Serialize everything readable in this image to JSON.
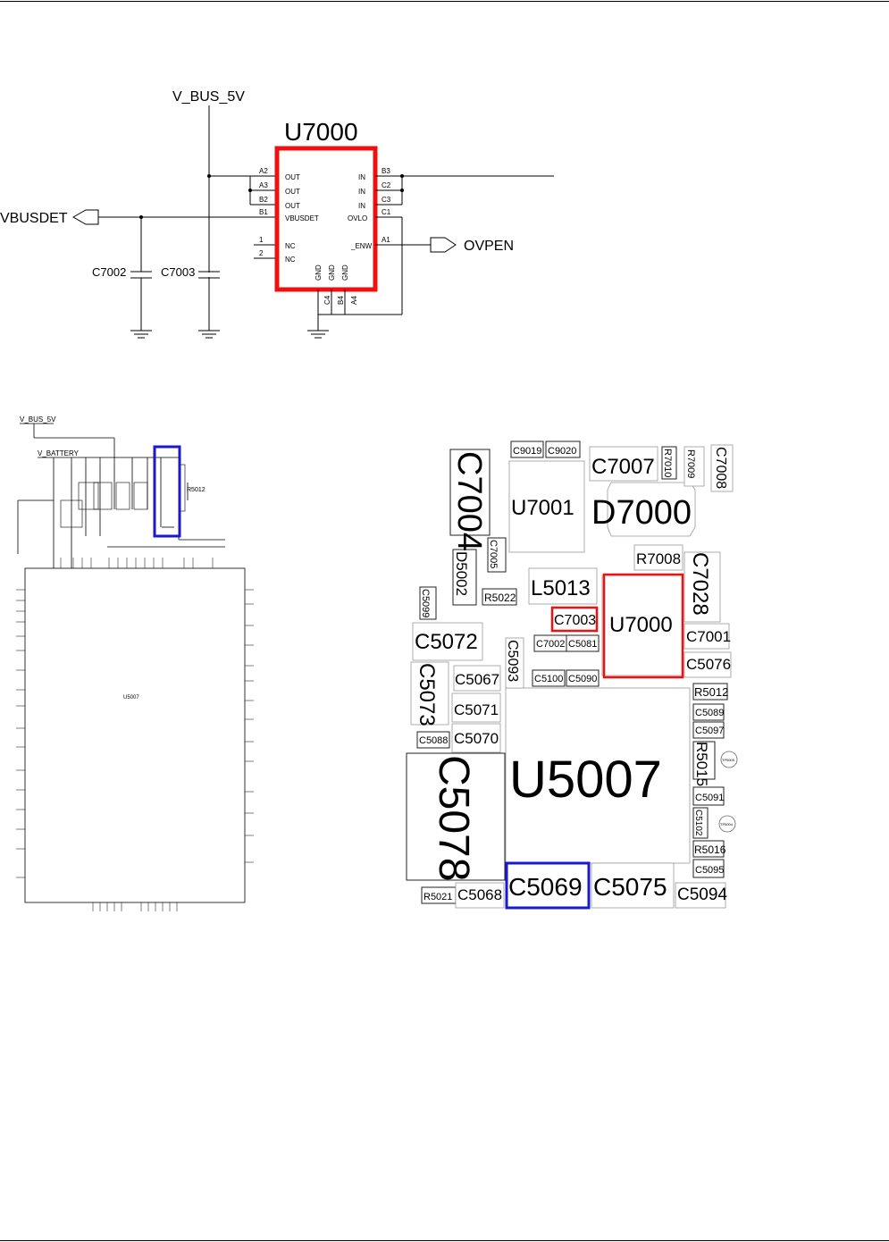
{
  "schematic_top": {
    "net_vbus": "V_BUS_5V",
    "net_vbusdet": "VBUSDET",
    "net_ovpen": "OVPEN",
    "ic_name": "U7000",
    "caps": [
      "C7002",
      "C7003"
    ],
    "left_pins": [
      {
        "ball": "A2",
        "name": "OUT"
      },
      {
        "ball": "A3",
        "name": "OUT"
      },
      {
        "ball": "B2",
        "name": "OUT"
      },
      {
        "ball": "B1",
        "name": "VBUSDET"
      },
      {
        "ball": "1",
        "name": "NC"
      },
      {
        "ball": "2",
        "name": "NC"
      }
    ],
    "right_pins": [
      {
        "ball": "B3",
        "name": "IN"
      },
      {
        "ball": "C2",
        "name": "IN"
      },
      {
        "ball": "C3",
        "name": "IN"
      },
      {
        "ball": "C1",
        "name": "OVLO"
      },
      {
        "ball": "A1",
        "name": "_ENW"
      }
    ],
    "bottom_pins": [
      {
        "ball": "C4",
        "name": "GND"
      },
      {
        "ball": "B4",
        "name": "GND"
      },
      {
        "ball": "A4",
        "name": "GND"
      }
    ],
    "highlight_color": "#ee1111"
  },
  "schematic_small": {
    "net_vbus": "V_BUS_5V",
    "net_battery": "V_BATTERY",
    "ic_name": "U5007",
    "resistor": "R5012",
    "highlight_color": "#1a1acc"
  },
  "layout": {
    "components": [
      "C9019",
      "C9020",
      "C7007",
      "R7010",
      "R7009",
      "C7008",
      "C7004",
      "U7001",
      "D7000",
      "C7005",
      "R7008",
      "C7028",
      "D5002",
      "R5022",
      "L5013",
      "C5099",
      "C7003",
      "U7000",
      "C5072",
      "C7002",
      "C5081",
      "C5093",
      "C7001",
      "C5076",
      "C5073",
      "C5067",
      "C5100",
      "C5090",
      "R5012",
      "C5071",
      "C5089",
      "C5097",
      "C5088",
      "C5070",
      "R5015",
      "C5078",
      "U5007",
      "C5091",
      "C5102",
      "R5016",
      "C5095",
      "R5021",
      "C5068",
      "C5069",
      "C5075",
      "C5094"
    ],
    "test_points": [
      "TP5005",
      "TP5004"
    ],
    "red_highlight": [
      "C7003",
      "U7000"
    ],
    "blue_highlight": [
      "C5069"
    ],
    "colors": {
      "red": "#ee1111",
      "blue": "#1a1acc"
    }
  }
}
